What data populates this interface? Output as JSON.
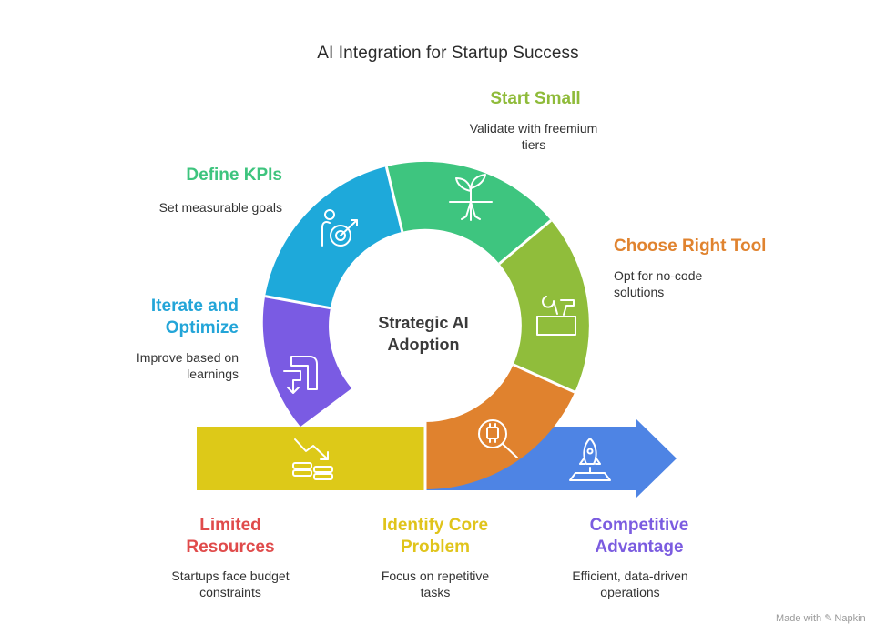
{
  "title": "AI Integration for Startup Success",
  "center": {
    "line1": "Strategic AI",
    "line2": "Adoption"
  },
  "steps": [
    {
      "label_lines": [
        "Limited",
        "Resources"
      ],
      "desc_lines": [
        "Startups face budget",
        "constraints"
      ],
      "color": "#e04b4b",
      "icon": "declining-coins-icon"
    },
    {
      "label_lines": [
        "Identify Core",
        "Problem"
      ],
      "desc_lines": [
        "Focus on repetitive",
        "tasks"
      ],
      "color": "#e0c41b",
      "icon": "magnifier-chip-icon"
    },
    {
      "label_lines": [
        "Choose Right Tool"
      ],
      "desc_lines": [
        "Opt for no-code",
        "solutions"
      ],
      "color": "#e0832f",
      "icon": "toolbox-icon"
    },
    {
      "label_lines": [
        "Start Small"
      ],
      "desc_lines": [
        "Validate with freemium",
        "tiers"
      ],
      "color": "#8fbb3a",
      "icon": "sprout-icon"
    },
    {
      "label_lines": [
        "Define KPIs"
      ],
      "desc_lines": [
        "Set measurable goals"
      ],
      "color": "#3ec47e",
      "icon": "target-person-icon"
    },
    {
      "label_lines": [
        "Iterate and",
        "Optimize"
      ],
      "desc_lines": [
        "Improve based on",
        "learnings"
      ],
      "color": "#23a5d8",
      "icon": "iterate-arrows-icon"
    },
    {
      "label_lines": [
        "Competitive",
        "Advantage"
      ],
      "desc_lines": [
        "Efficient, data-driven",
        "operations"
      ],
      "color": "#7b5ce0",
      "icon": "rocket-icon"
    }
  ],
  "footer": {
    "made_with": "Made with",
    "brand": "Napkin"
  },
  "colors": {
    "limited": "#ddc918",
    "identify": "#e0822e",
    "choose": "#90bd3b",
    "start": "#3ec57f",
    "kpis": "#1ea9da",
    "iterate": "#7a5be3",
    "arrow": "#4e84e4"
  }
}
